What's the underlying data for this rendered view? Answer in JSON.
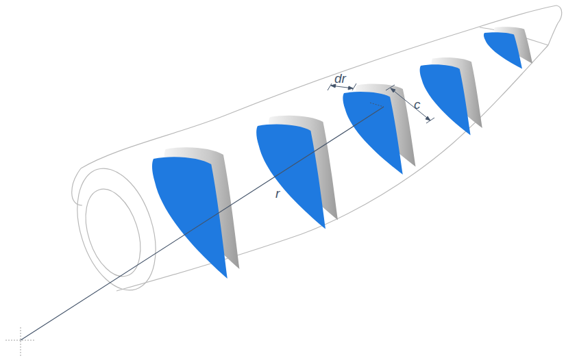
{
  "diagram": {
    "labels": [
      "dr",
      "c",
      "r"
    ]
  }
}
